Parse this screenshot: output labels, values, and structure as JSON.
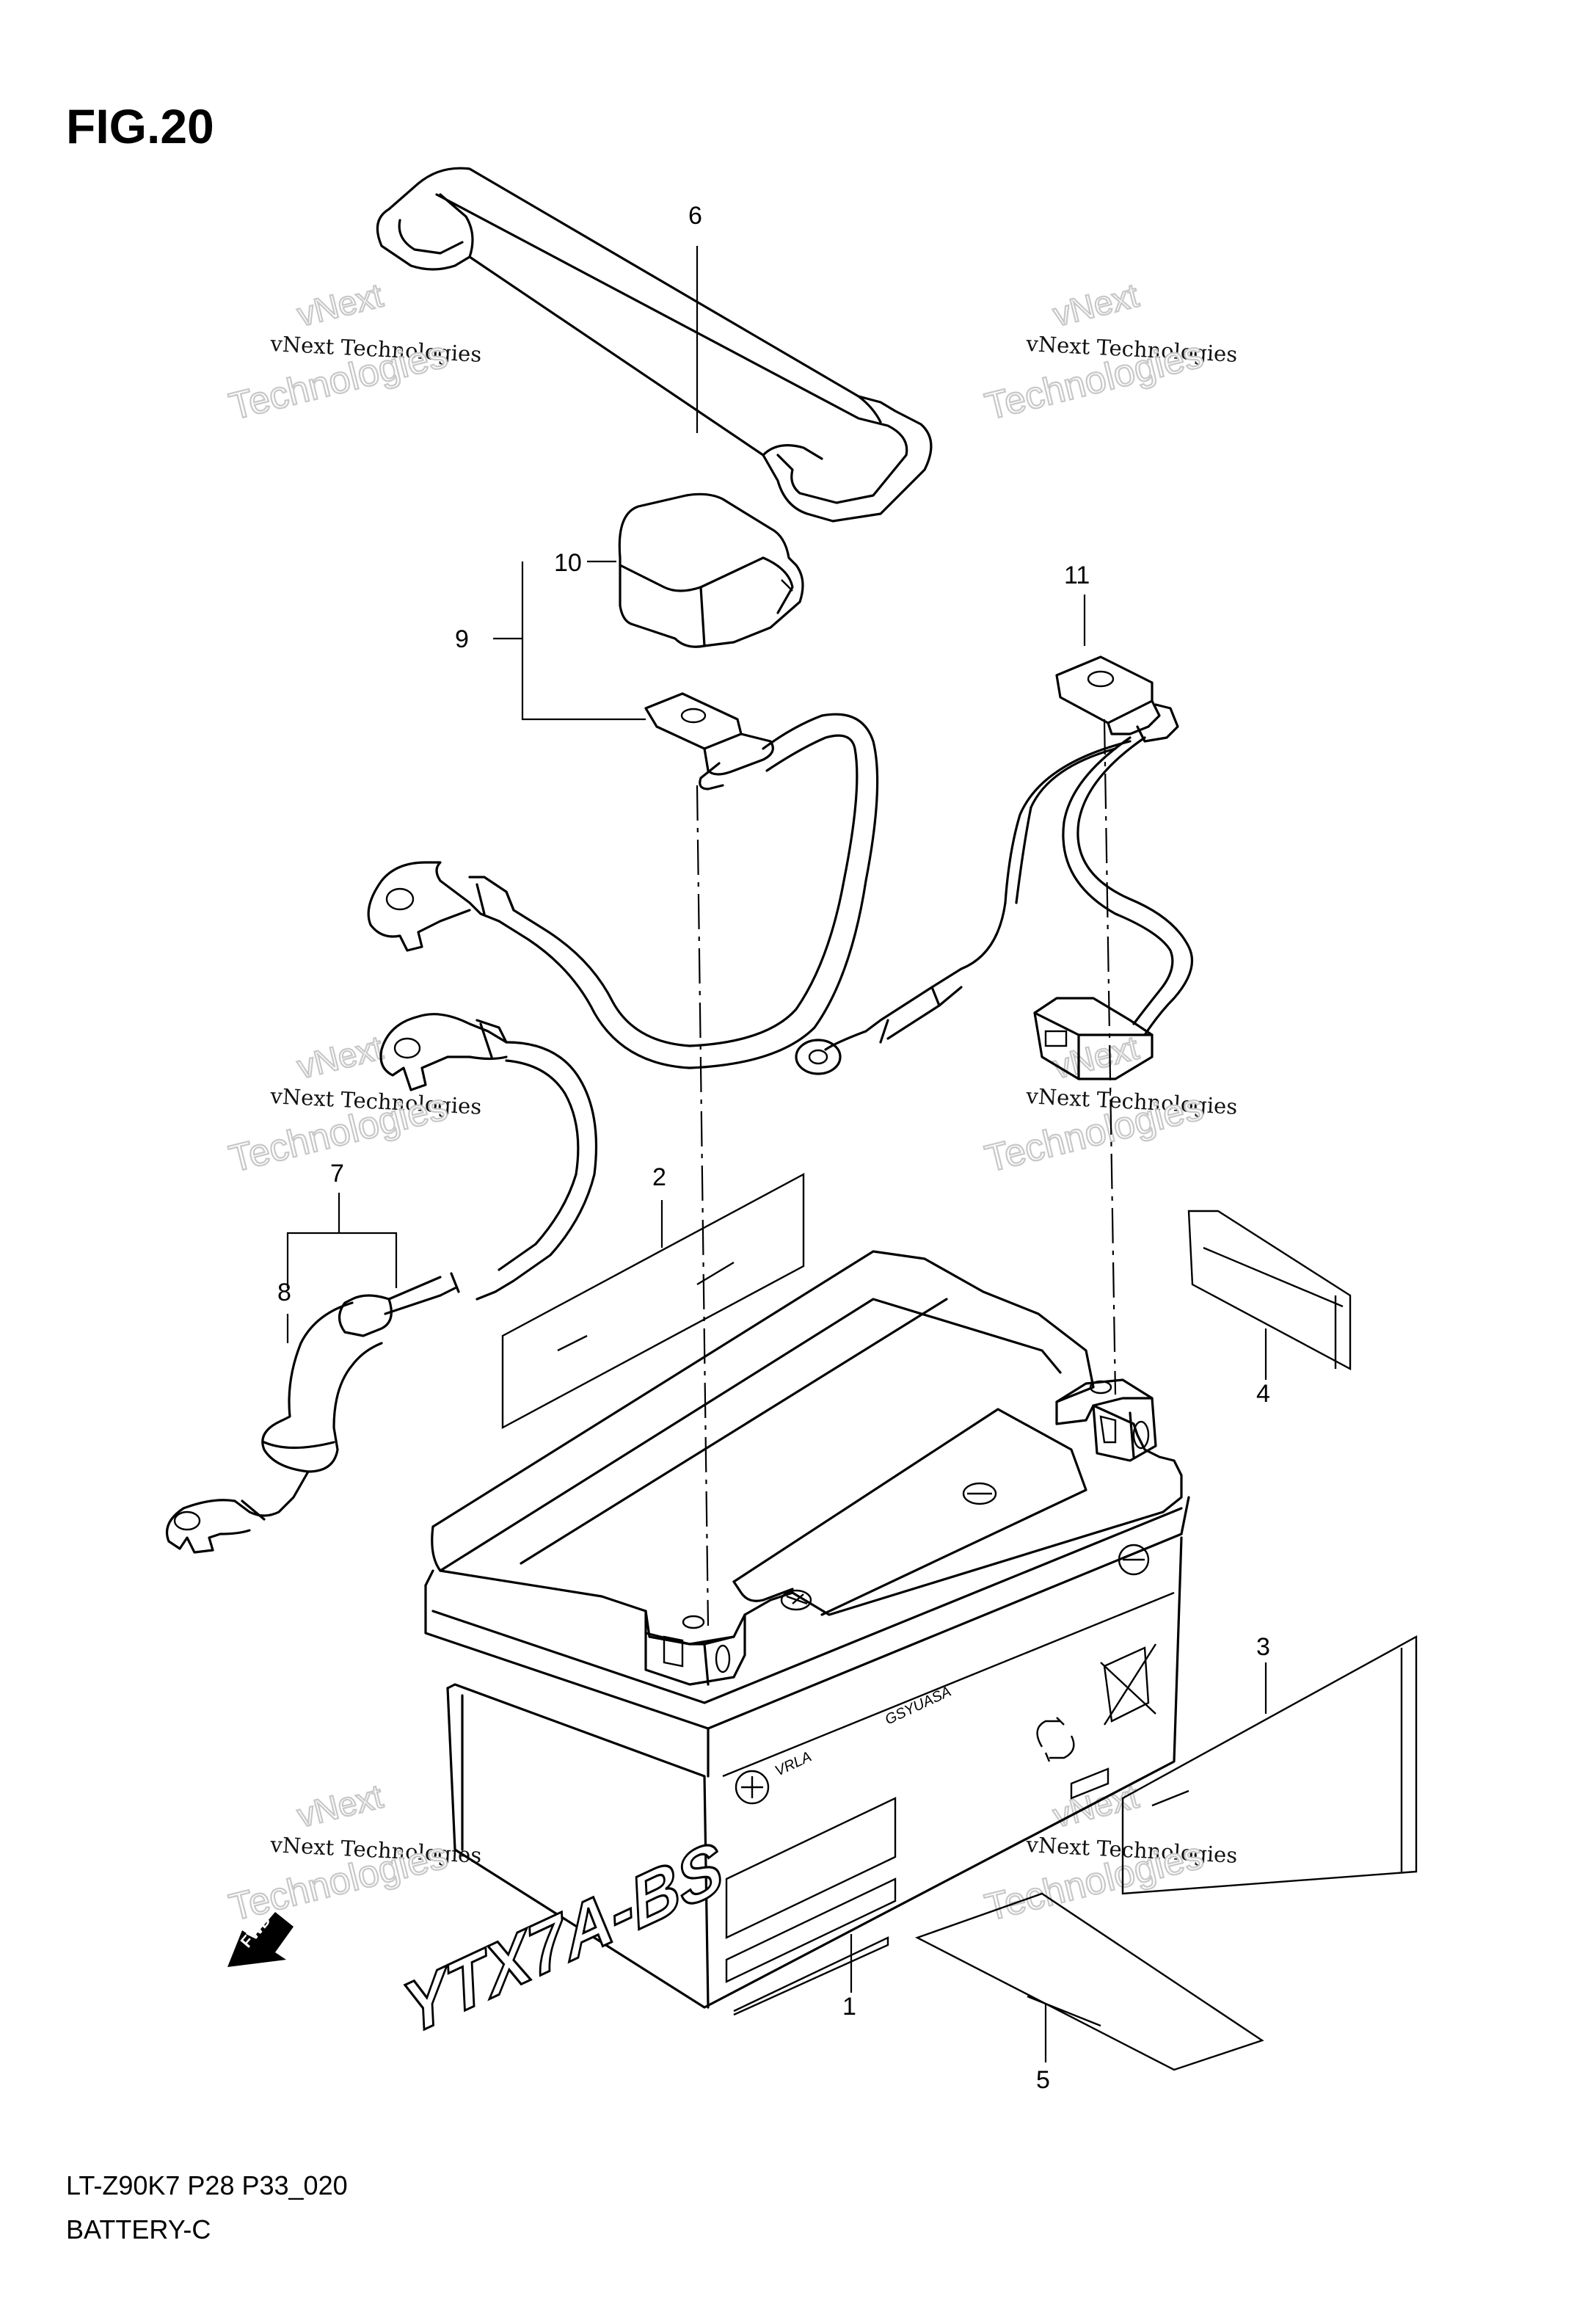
{
  "figure": {
    "title": "FIG.20",
    "model_code": "LT-Z90K7 P28 P33_020",
    "section": "BATTERY-C"
  },
  "callouts": [
    {
      "id": "1",
      "label": "1"
    },
    {
      "id": "2",
      "label": "2"
    },
    {
      "id": "3",
      "label": "3"
    },
    {
      "id": "4",
      "label": "4"
    },
    {
      "id": "5",
      "label": "5"
    },
    {
      "id": "6",
      "label": "6"
    },
    {
      "id": "7",
      "label": "7"
    },
    {
      "id": "8",
      "label": "8"
    },
    {
      "id": "9",
      "label": "9"
    },
    {
      "id": "10",
      "label": "10"
    },
    {
      "id": "11",
      "label": "11"
    }
  ],
  "battery": {
    "model": "YTX7A-BS",
    "brand": "GSYUASA",
    "type": "VRLA"
  },
  "fwd_label": "FWD",
  "watermark": {
    "line1": "vNext",
    "line2": "vNext Technologies",
    "line3": "Technologies"
  }
}
